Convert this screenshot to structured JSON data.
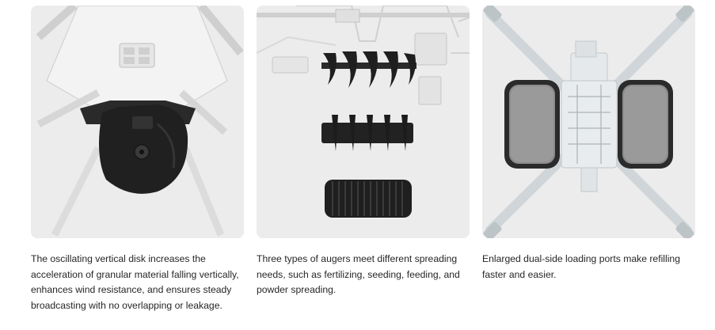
{
  "features": [
    {
      "image_icon": "oscillating-vertical-disk-spreader",
      "caption": "The oscillating vertical disk increases the acceleration of granular material falling vertically, enhances wind resistance, and ensures steady broadcasting with no overlapping or leakage."
    },
    {
      "image_icon": "spreading-augers",
      "caption": "Three types of augers meet different spreading needs, such as fertilizing, seeding, feeding, and powder spreading."
    },
    {
      "image_icon": "dual-side-loading-ports",
      "caption": "Enlarged dual-side loading ports make refilling faster and easier."
    }
  ],
  "colors": {
    "panel_background": "#ececec",
    "hardware_dark": "#1f1f1f",
    "frame_line": "#c8c8c8"
  }
}
